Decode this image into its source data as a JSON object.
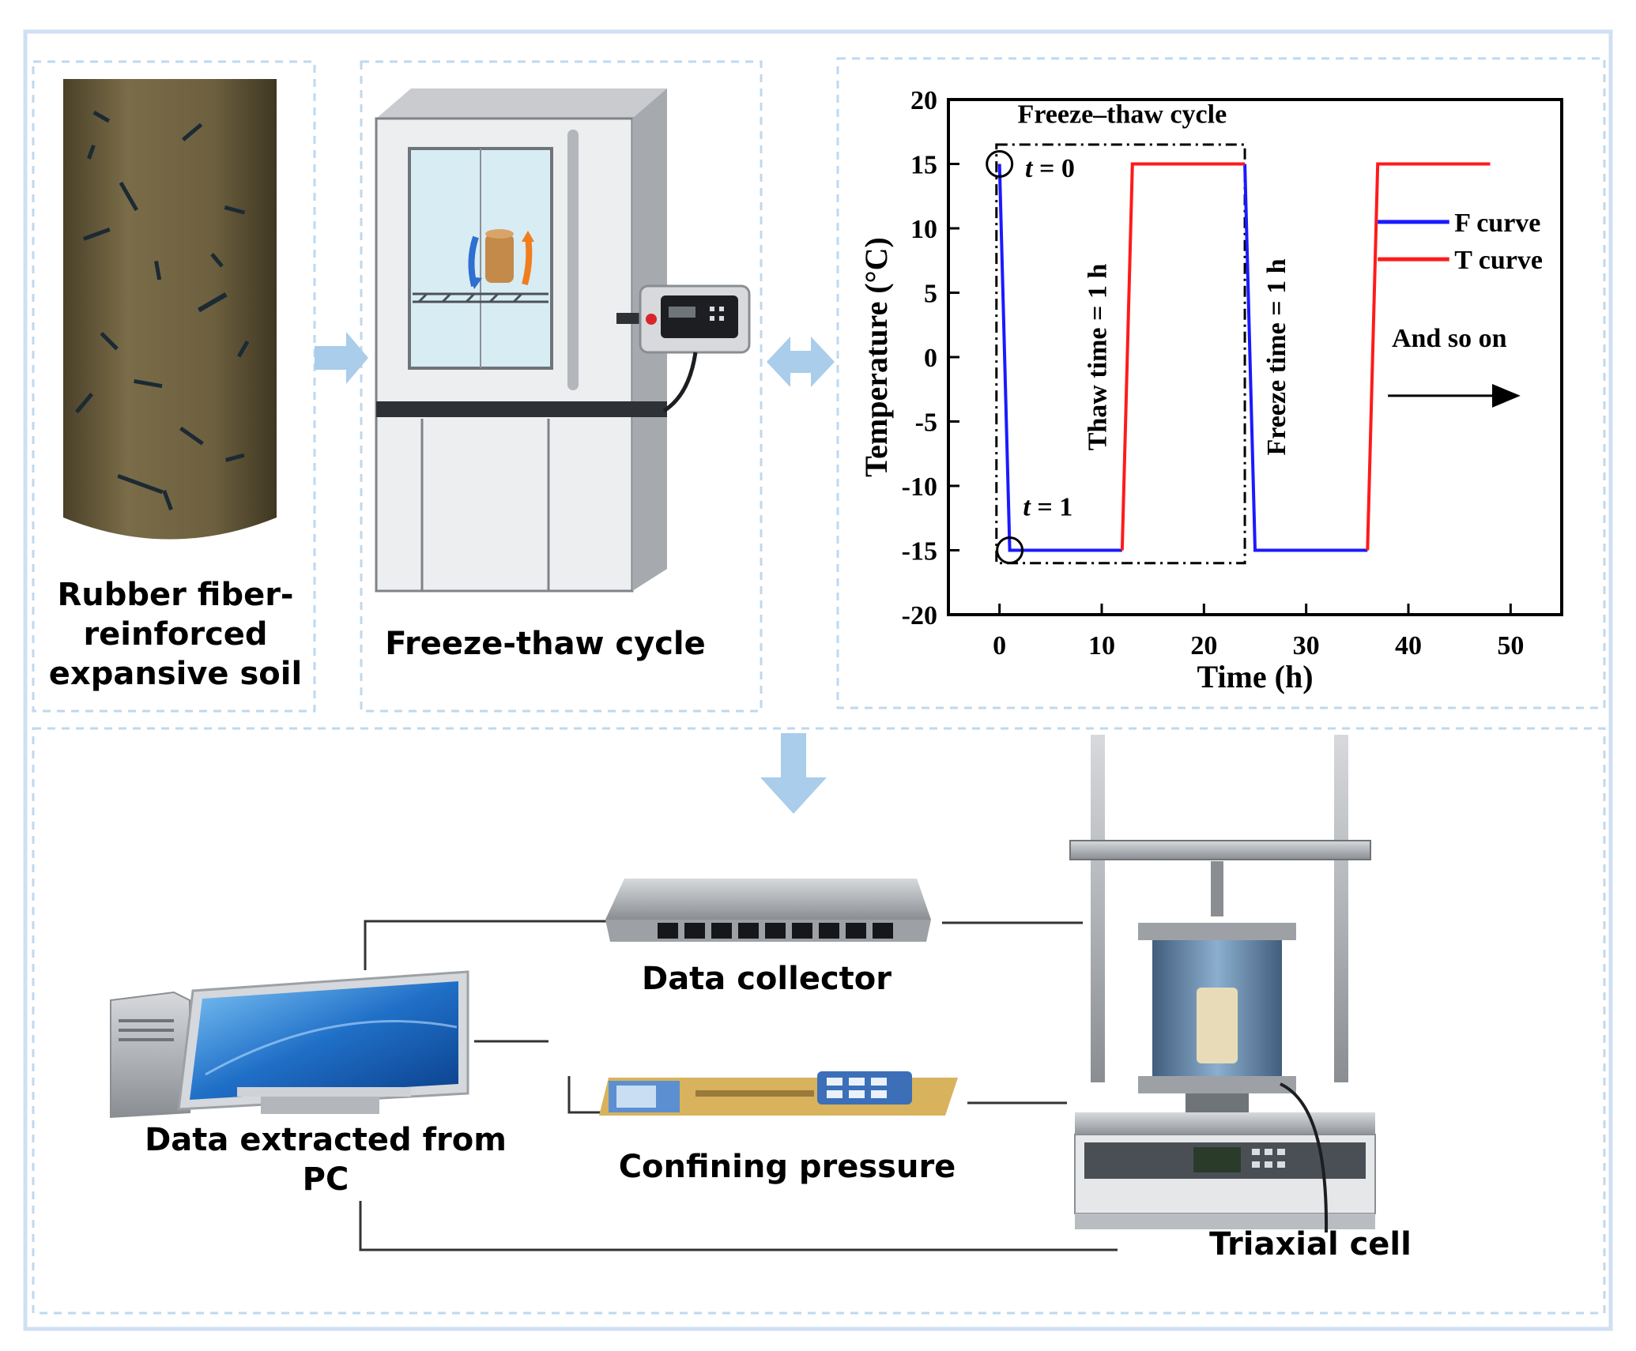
{
  "labels": {
    "soil": [
      "Rubber fiber-",
      "reinforced",
      "expansive soil"
    ],
    "chamber": "Freeze-thaw cycle",
    "collector": "Data collector",
    "pc": [
      "Data extracted from",
      "PC"
    ],
    "confining": "Confining pressure",
    "triaxial": "Triaxial cell"
  },
  "chart_data": {
    "type": "line",
    "title": "",
    "xlabel": "Time (h)",
    "ylabel": "Temperature (°C)",
    "xlim": [
      -5,
      55
    ],
    "ylim": [
      -20,
      20
    ],
    "xticks": [
      0,
      10,
      20,
      30,
      40,
      50
    ],
    "yticks": [
      20,
      15,
      10,
      5,
      0,
      -5,
      -10,
      -15,
      -20
    ],
    "legend": "right",
    "series": [
      {
        "name": "F curve",
        "color": "#1a1aff",
        "segments": [
          [
            [
              0,
              15
            ],
            [
              1,
              -15
            ],
            [
              12,
              -15
            ]
          ],
          [
            [
              24,
              15
            ],
            [
              25,
              -15
            ],
            [
              36,
              -15
            ]
          ]
        ]
      },
      {
        "name": "T curve",
        "color": "#ff1a1a",
        "segments": [
          [
            [
              12,
              -15
            ],
            [
              13,
              15
            ],
            [
              24,
              15
            ]
          ],
          [
            [
              36,
              -15
            ],
            [
              37,
              15
            ],
            [
              48,
              15
            ]
          ]
        ]
      }
    ],
    "annotations": {
      "box_title": "Freeze–thaw cycle",
      "t0_var": "t",
      "t0_val": " = 0",
      "t1_var": "t",
      "t1_val": " = 1",
      "thaw": "Thaw time = 1 h",
      "freeze": "Freeze time = 1 h",
      "andsoon": "And so on"
    }
  }
}
